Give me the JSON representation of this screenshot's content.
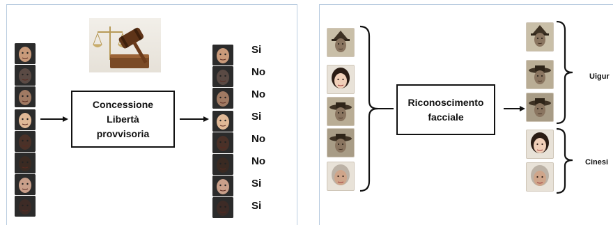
{
  "left": {
    "box_lines": [
      "Concessione",
      "Libertà",
      "provvisoria"
    ],
    "decisions": [
      "Si",
      "No",
      "No",
      "Si",
      "No",
      "No",
      "Si",
      "Si"
    ],
    "face_colors": [
      "#c99a7a",
      "#5a4a44",
      "#a07a63",
      "#e0b896",
      "#4a3128",
      "#3a2a22",
      "#c99f8a",
      "#3d2b26"
    ]
  },
  "right": {
    "box_lines": [
      "Riconoscimento",
      "facciale"
    ],
    "groups": [
      "Uigur",
      "Cinesi"
    ]
  },
  "icons": {
    "gavel": "gavel-scales-icon",
    "arrow": "arrow-right-icon",
    "brace": "curly-brace-icon"
  }
}
